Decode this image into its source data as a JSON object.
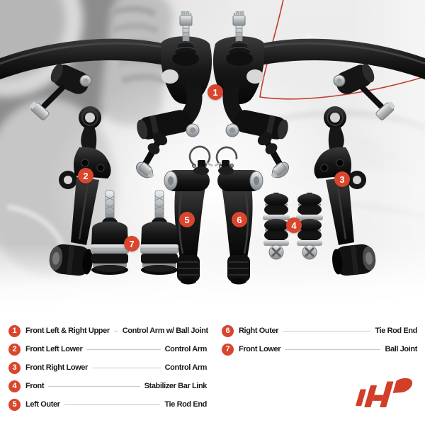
{
  "callouts": [
    {
      "number": "1"
    },
    {
      "number": "2"
    },
    {
      "number": "3"
    },
    {
      "number": "4"
    },
    {
      "number": "5"
    },
    {
      "number": "6"
    },
    {
      "number": "7"
    }
  ],
  "legend": {
    "left": [
      {
        "num": "1",
        "location": "Front Left & Right Upper",
        "part": "Control Arm w/ Ball Joint"
      },
      {
        "num": "2",
        "location": "Front Left Lower",
        "part": "Control Arm"
      },
      {
        "num": "3",
        "location": "Front Right Lower",
        "part": "Control Arm"
      },
      {
        "num": "4",
        "location": "Front",
        "part": "Stabilizer Bar Link"
      },
      {
        "num": "5",
        "location": "Left Outer",
        "part": "Tie Rod End"
      }
    ],
    "right": [
      {
        "num": "6",
        "location": "Right Outer",
        "part": "Tie Rod End"
      },
      {
        "num": "7",
        "location": "Front Lower",
        "part": "Ball Joint"
      }
    ]
  },
  "icons": {
    "brand_logo": "a-premium-logo",
    "callout_badge": "numbered-red-circle"
  },
  "colors": {
    "callout_red": "#da452d",
    "logo_red": "#d23e28",
    "text": "#1b1b1b",
    "divider_line": "#c9c9c9",
    "swoosh_red": "#c23b2b"
  }
}
